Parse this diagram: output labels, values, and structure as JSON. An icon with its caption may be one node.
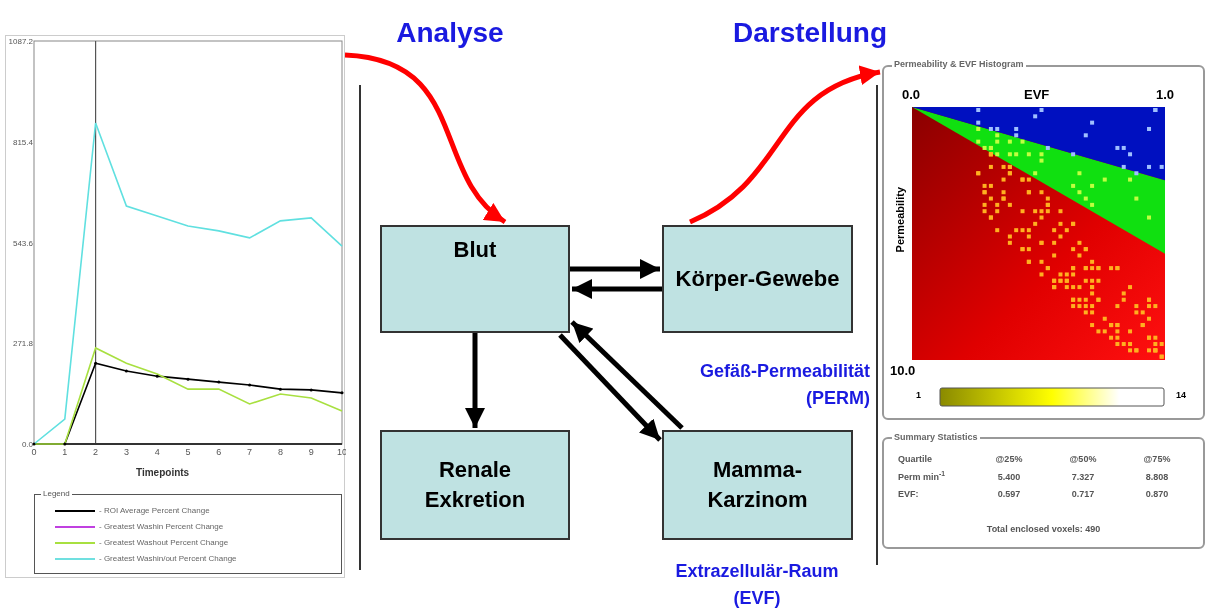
{
  "diagram": {
    "nodes": [
      {
        "text": [],
        "shape": "box"
      },
      {
        "text": [
          "Blut"
        ]
      },
      {
        "text": [
          "Körper-Gewebe"
        ]
      },
      {
        "text": [
          "Renale Exkretion"
        ]
      },
      {
        "text": [
          "Mamma-Karzinom"
        ],
        "beside": [
          "Extrazellulär-Raum (EVF)"
        ]
      },
      {
        "text": [],
        "shape": "box"
      }
    ],
    "edges": [
      {
        "from": 1,
        "to": 2,
        "arrow": "to"
      },
      {
        "from": 2,
        "to": 1,
        "arrow": "to"
      },
      {
        "from": 1,
        "to": 3,
        "arrow": "to"
      },
      {
        "from": 1,
        "to": 4,
        "arrow": "to"
      },
      {
        "from": 4,
        "to": 1,
        "arrow": "to",
        "label": "Gefäß-Permeabilität (PERM)"
      },
      {
        "from": 0,
        "to": 1,
        "arrow": "to",
        "label": "Analyse",
        "color": "#ff0000"
      },
      {
        "from": 2,
        "to": 5,
        "arrow": "to",
        "label": "Darstellung",
        "color": "#ff0000"
      }
    ],
    "labels": [
      "Permeability & EVF Histogram",
      "0.0",
      "EVF",
      "1.0",
      "Permeability",
      "10.0",
      "1",
      "14",
      "Summary Statistics",
      "Quartile",
      "@25%",
      "@50%",
      "@75%",
      "Perm min$^{-1}$",
      "5.400",
      "7.327",
      "8.808",
      "EVF:",
      "0.597",
      "0.717",
      "0.870",
      "Total enclosed voxels: 490",
      "Legend"
    ],
    "legend": [
      {
        "text": "- ROI Average Percent Change"
      },
      {
        "text": "- Greatest Washin Percent Change"
      },
      {
        "text": "- Greatest Washout Percent Change"
      },
      {
        "text": "- Greatest Washin/out Percent Change"
      }
    ],
    "chart_data": {
      "type": "line",
      "xlabel": "Timepoints",
      "x": [
        0,
        1,
        2,
        3,
        4,
        5,
        6,
        7,
        8,
        9,
        10
      ],
      "xlim": [
        0,
        10
      ],
      "xticks": [
        0,
        1,
        2,
        3,
        4,
        5,
        6,
        7,
        8,
        9,
        10
      ],
      "ylim": [
        0,
        1087.2
      ],
      "yticks": [
        {
          "value": 0,
          "label": "0.0"
        },
        271.8,
        543.6,
        815.4,
        1087.2
      ],
      "series": [
        {
          "color": "#000000",
          "values": [
            0,
            0,
            218,
            197,
            183,
            175,
            167,
            159,
            148,
            146,
            138
          ]
        },
        {
          "color": "#a8e040",
          "values": [
            0,
            0,
            259,
            218,
            189,
            148,
            148,
            108,
            135,
            124,
            89
          ]
        },
        {
          "color": "#60e0e0",
          "values": [
            0,
            67,
            866,
            642,
            615,
            588,
            575,
            556,
            602,
            610,
            534
          ]
        }
      ]
    }
  }
}
